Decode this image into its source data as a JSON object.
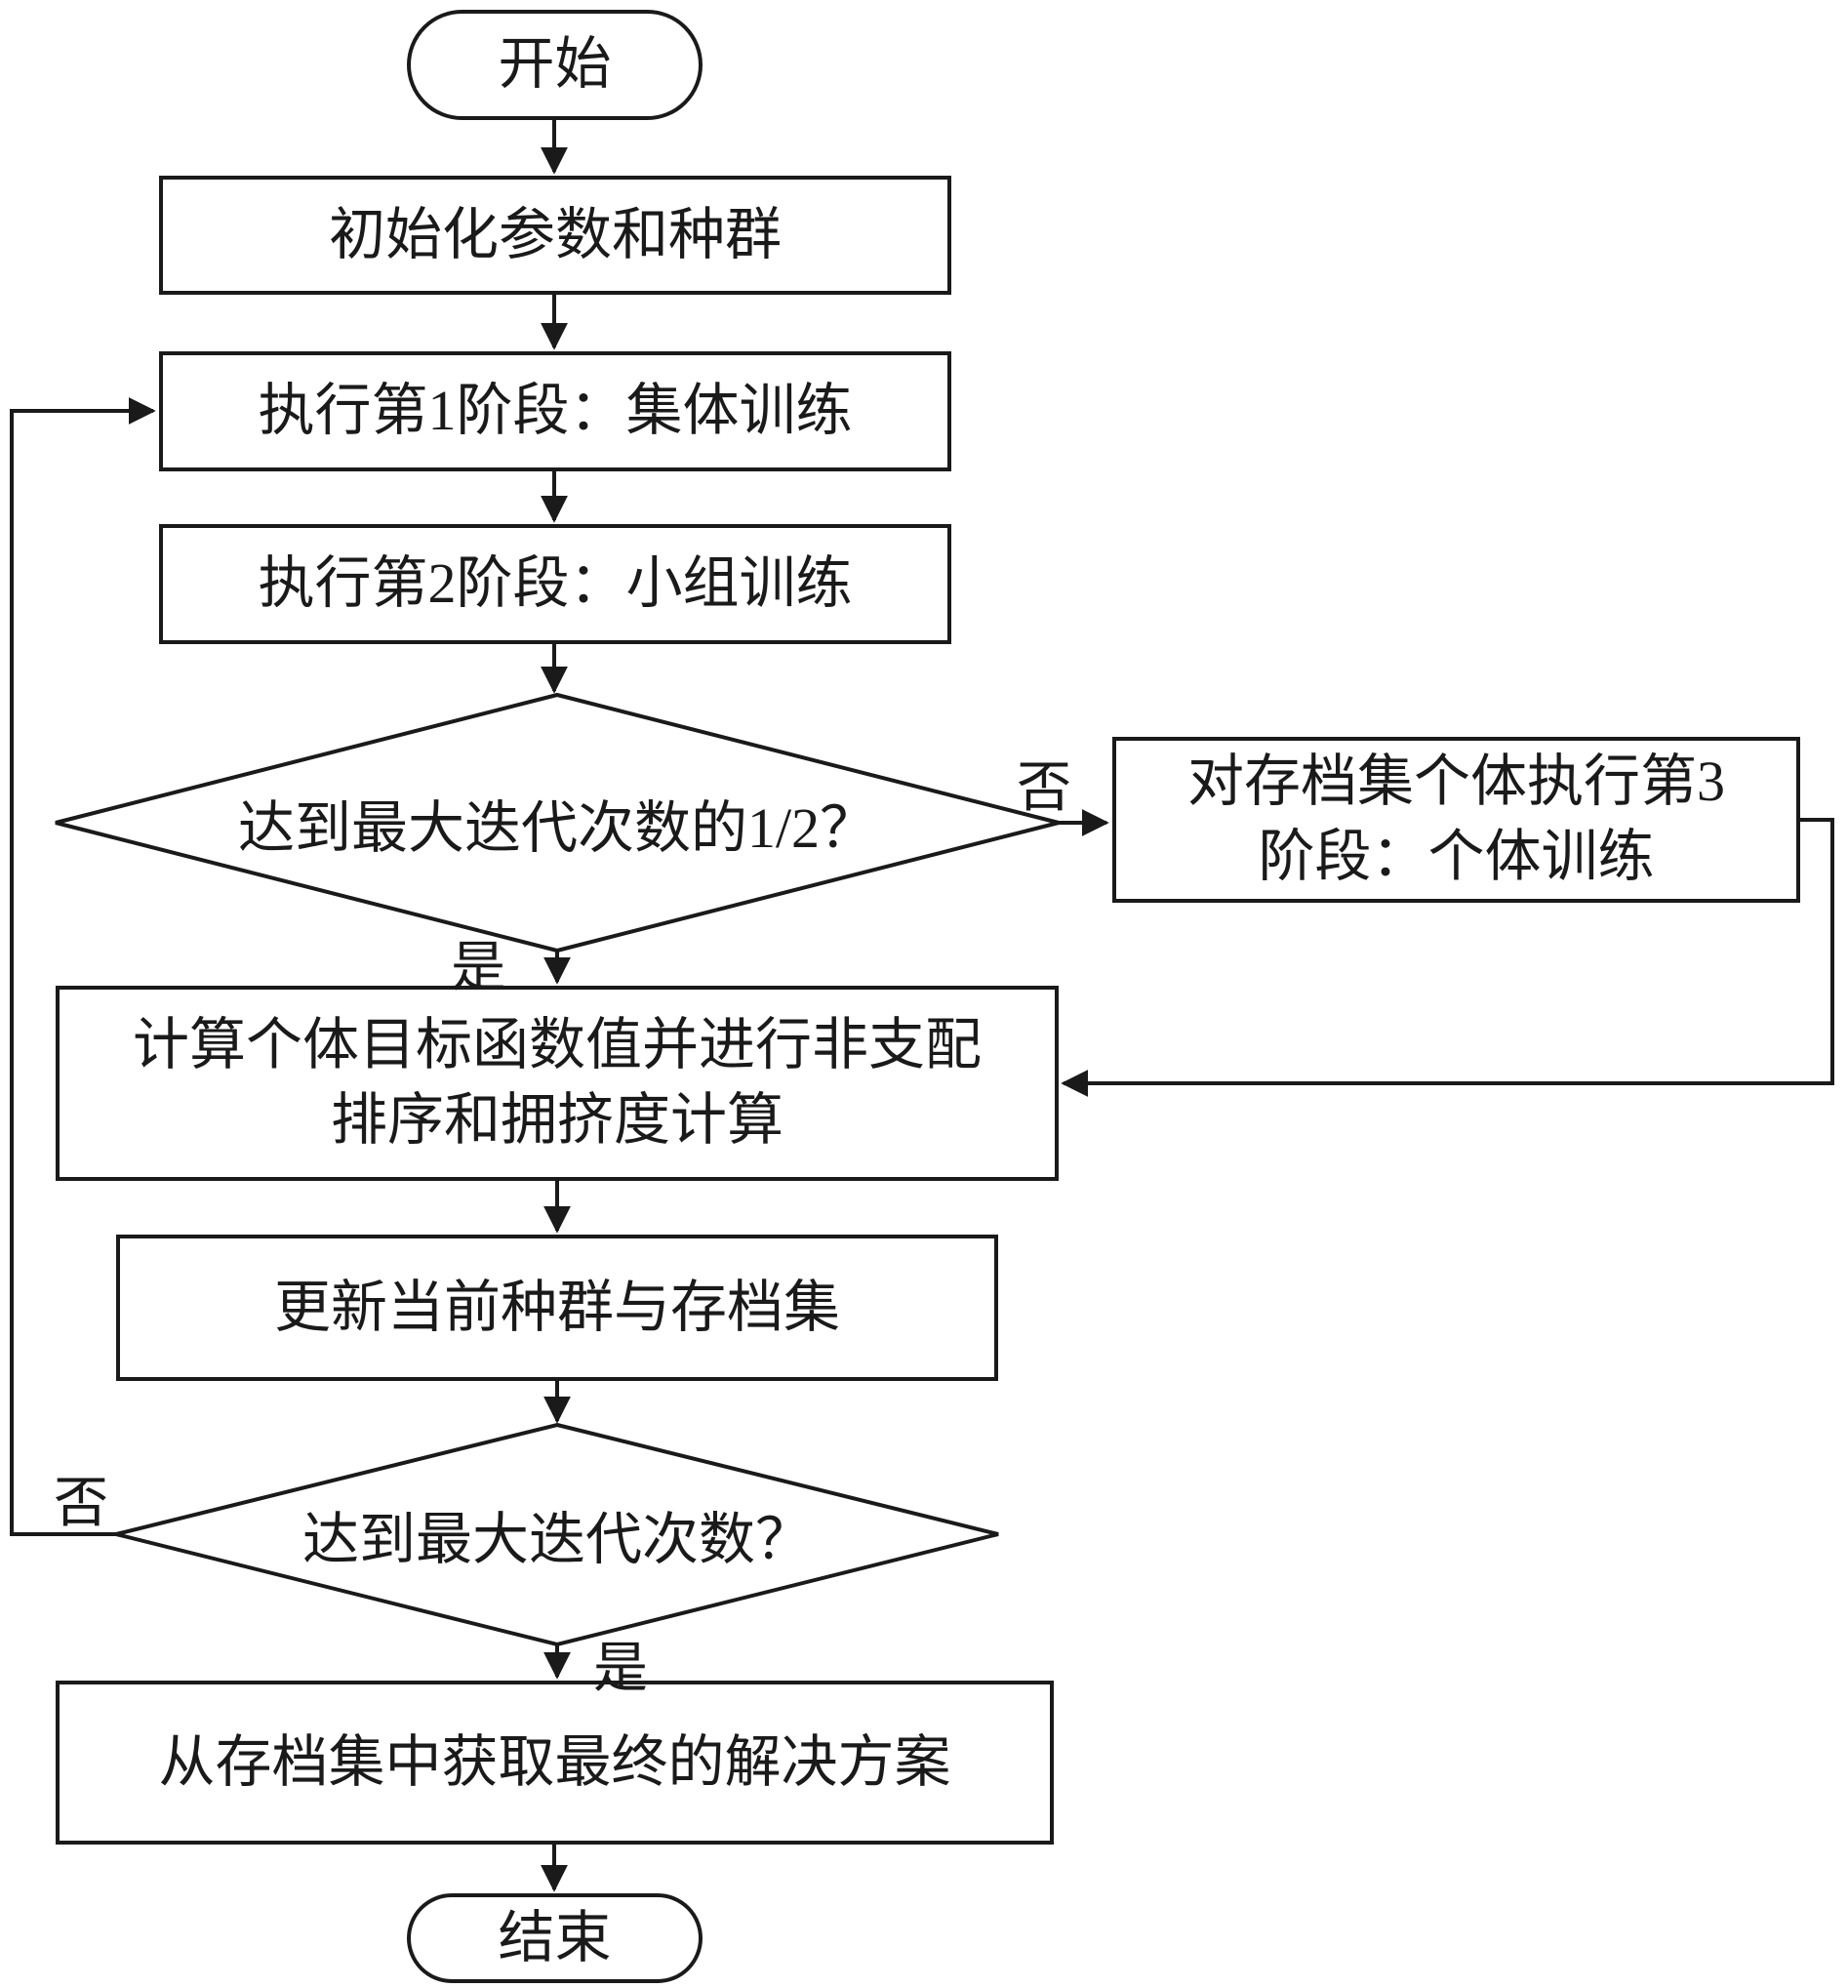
{
  "diagram": {
    "start": "开始",
    "init": "初始化参数和种群",
    "stage1": "执行第1阶段：集体训练",
    "stage2": "执行第2阶段：小组训练",
    "decision_half": "达到最大迭代次数的1/2？",
    "stage3_line1": "对存档集个体执行第3",
    "stage3_line2": "阶段：个体训练",
    "evaluate_line1": "计算个体目标函数值并进行非支配",
    "evaluate_line2": "排序和拥挤度计算",
    "update_pop": "更新当前种群与存档集",
    "decision_max": "达到最大迭代次数？",
    "extract": "从存档集中获取最终的解决方案",
    "end": "结束",
    "yes": "是",
    "no": "否"
  },
  "colors": {
    "line": "#1a1a1a",
    "background": "#ffffff"
  }
}
